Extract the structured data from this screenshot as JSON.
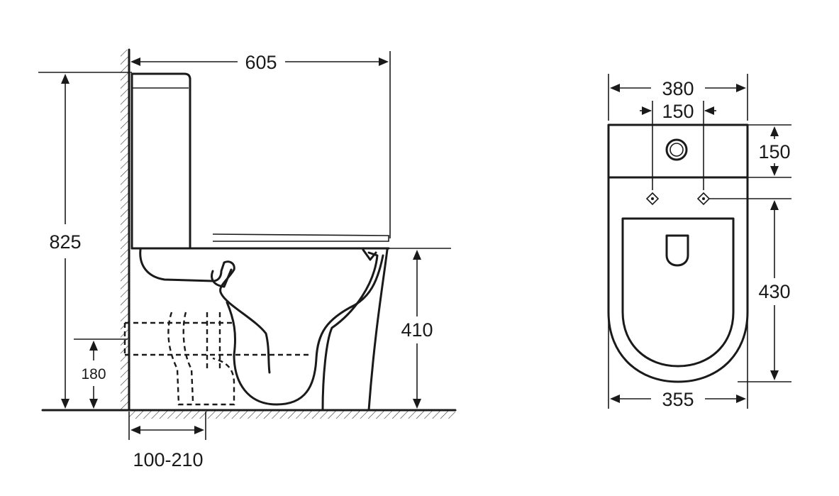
{
  "side_view": {
    "dims": {
      "depth": "605",
      "height": "825",
      "seat_height": "410",
      "outlet_height": "180",
      "rough_in": "100-210"
    }
  },
  "top_view": {
    "dims": {
      "tank_width": "380",
      "hole_spacing": "150",
      "tank_depth": "150",
      "bowl_length": "430",
      "bowl_width": "355"
    }
  }
}
